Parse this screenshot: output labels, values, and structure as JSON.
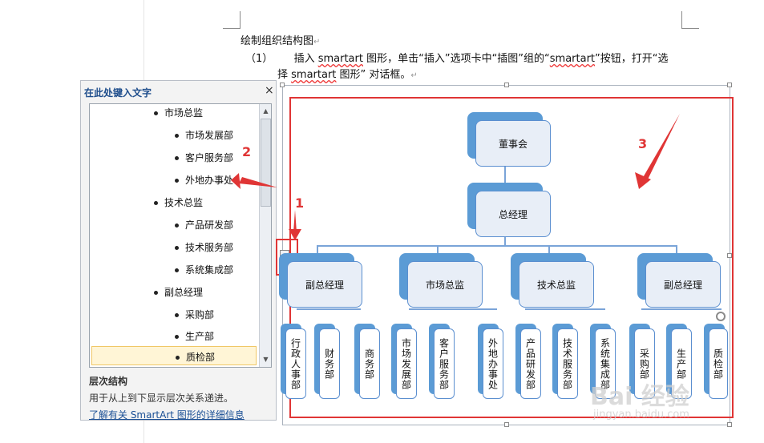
{
  "document": {
    "line1": "绘制组织结构图",
    "line2_num": "（1）",
    "line2_a": "插入 ",
    "line2_sm1": "smartart",
    "line2_b": " 图形，单击“插入”选项卡中“插图”组的“",
    "line2_sm2": "smartart",
    "line2_c": "”按钮，打开“选",
    "line3_a": "择 ",
    "line3_sm": "smartart",
    "line3_b": " 图形” 对话框。",
    "para_mark": "↵"
  },
  "text_pane": {
    "title": "在此处键入文字",
    "close_glyph": "×",
    "items": [
      {
        "label": "市场总监",
        "level": 1
      },
      {
        "label": "市场发展部",
        "level": 2
      },
      {
        "label": "客户服务部",
        "level": 2
      },
      {
        "label": "外地办事处",
        "level": 2
      },
      {
        "label": "技术总监",
        "level": 1
      },
      {
        "label": "产品研发部",
        "level": 2
      },
      {
        "label": "技术服务部",
        "level": 2
      },
      {
        "label": "系统集成部",
        "level": 2
      },
      {
        "label": "副总经理",
        "level": 1
      },
      {
        "label": "采购部",
        "level": 2
      },
      {
        "label": "生产部",
        "level": 2
      },
      {
        "label": "质检部",
        "level": 2
      }
    ],
    "help_title": "层次结构",
    "help_desc": "用于从上到下显示层次关系递进。",
    "help_link": "了解有关 SmartArt 图形的详细信息"
  },
  "org_chart": {
    "top": "董事会",
    "second": "总经理",
    "level3": [
      "副总经理",
      "市场总监",
      "技术总监",
      "副总经理"
    ],
    "level4": [
      "行政人事部",
      "财务部",
      "商务部",
      "市场发展部",
      "客户服务部",
      "外地办事处",
      "产品研发部",
      "技术服务部",
      "系统集成部",
      "采购部",
      "生产部",
      "质检部"
    ]
  },
  "annotations": [
    "1",
    "2",
    "3"
  ],
  "watermark": {
    "main": "Bai 经验",
    "sub": "jingyan.baidu.com"
  },
  "colors": {
    "box_back": "#5b9bd5",
    "box_front": "#e8eef7",
    "annotation": "#e03535",
    "link": "#1a4f95"
  }
}
